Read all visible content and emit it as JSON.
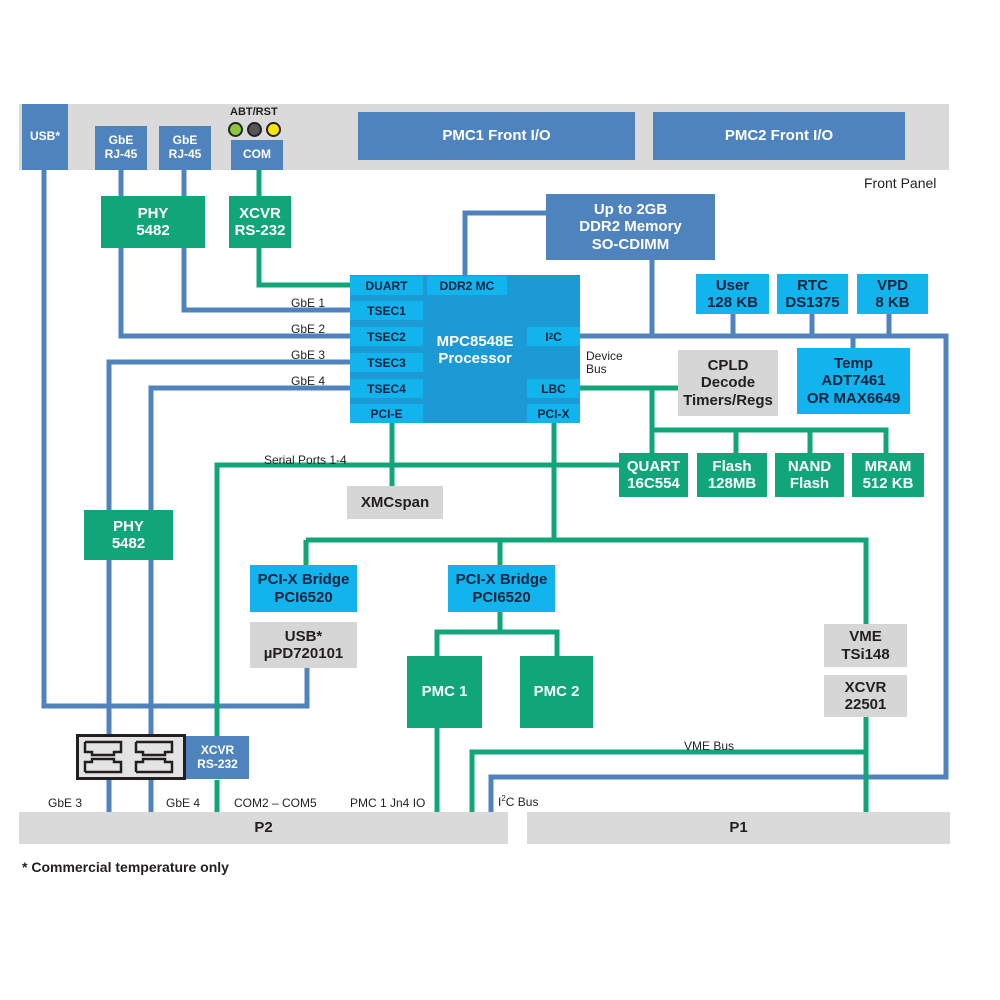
{
  "front_panel": {
    "label": "Front Panel",
    "usb": "USB*",
    "gbe1": [
      "GbE",
      "RJ-45"
    ],
    "gbe2": [
      "GbE",
      "RJ-45"
    ],
    "abt_rst": "ABT/RST",
    "com": "COM",
    "pmc1_io": "PMC1 Front I/O",
    "pmc2_io": "PMC2 Front I/O"
  },
  "blocks": {
    "phy_top": [
      "PHY",
      "5482"
    ],
    "xcvr_top": [
      "XCVR",
      "RS-232"
    ],
    "ddr2": [
      "Up to 2GB",
      "DDR2 Memory",
      "SO-CDIMM"
    ],
    "user": [
      "User",
      "128 KB"
    ],
    "rtc": [
      "RTC",
      "DS1375"
    ],
    "vpd": [
      "VPD",
      "8 KB"
    ],
    "temp": [
      "Temp",
      "ADT7461",
      "OR MAX6649"
    ],
    "cpld": [
      "CPLD",
      "Decode",
      "Timers/Regs"
    ],
    "quart": [
      "QUART",
      "16C554"
    ],
    "flash": [
      "Flash",
      "128MB"
    ],
    "nand": [
      "NAND",
      "Flash"
    ],
    "mram": [
      "MRAM",
      "512 KB"
    ],
    "xmcspan": "XMCspan",
    "phy_bottom": [
      "PHY",
      "5482"
    ],
    "pcix_bridge_left": [
      "PCI-X Bridge",
      "PCI6520"
    ],
    "pcix_bridge_mid": [
      "PCI-X Bridge",
      "PCI6520"
    ],
    "usb_chip": [
      "USB*",
      "µPD720101"
    ],
    "pmc1": "PMC 1",
    "pmc2": "PMC 2",
    "vme": [
      "VME",
      "TSi148"
    ],
    "xcvr_vme": [
      "XCVR",
      "22501"
    ],
    "xcvr_bottom": [
      "XCVR",
      "RS-232"
    ]
  },
  "processor": {
    "name": [
      "MPC8548E",
      "Processor"
    ],
    "duart": "DUART",
    "ddr2mc": "DDR2 MC",
    "tsec1": "TSEC1",
    "tsec2": "TSEC2",
    "tsec3": "TSEC3",
    "tsec4": "TSEC4",
    "pcie": "PCI-E",
    "i2c": "I",
    "i2c_sup": "2",
    "i2c_end": "C",
    "lbc": "LBC",
    "pcix": "PCI-X"
  },
  "labels": {
    "gbe1": "GbE 1",
    "gbe2": "GbE 2",
    "gbe3": "GbE 3",
    "gbe4": "GbE 4",
    "device_bus": [
      "Device",
      "Bus"
    ],
    "serial_ports": "Serial Ports 1-4",
    "vme_bus": "VME Bus",
    "i2c_bus_pre": "I",
    "i2c_bus_sup": "2",
    "i2c_bus_post": "C Bus",
    "gbe3_bottom": "GbE 3",
    "gbe4_bottom": "GbE 4",
    "com2_com5": "COM2 – COM5",
    "pmc1_jn4": "PMC 1 Jn4 IO"
  },
  "connectors": {
    "p2": "P2",
    "p1": "P1"
  },
  "footnote": "* Commercial temperature only",
  "colors": {
    "blue": "#4f83bd",
    "cyan": "#11b4ec",
    "green": "#11a57a",
    "grey": "#d6d6d6",
    "line_blue": "#4f83bd",
    "line_green": "#11a57a",
    "led_green": "#8cc63f",
    "led_grey": "#555555",
    "led_yellow": "#ffe600"
  }
}
